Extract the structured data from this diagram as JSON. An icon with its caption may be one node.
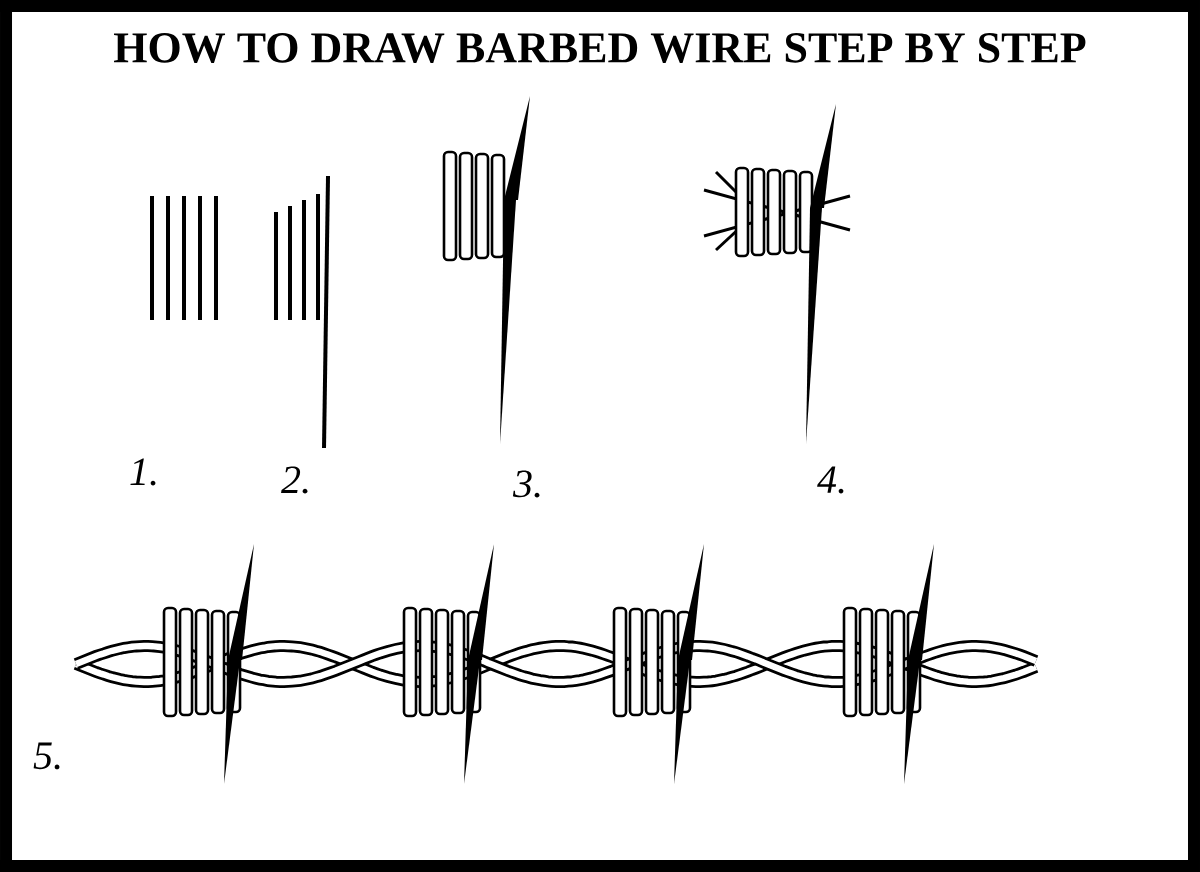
{
  "diagram": {
    "title": "HOW TO DRAW BARBED WIRE STEP BY STEP",
    "labels": [
      "1.",
      "2.",
      "3.",
      "4.",
      "5."
    ]
  }
}
